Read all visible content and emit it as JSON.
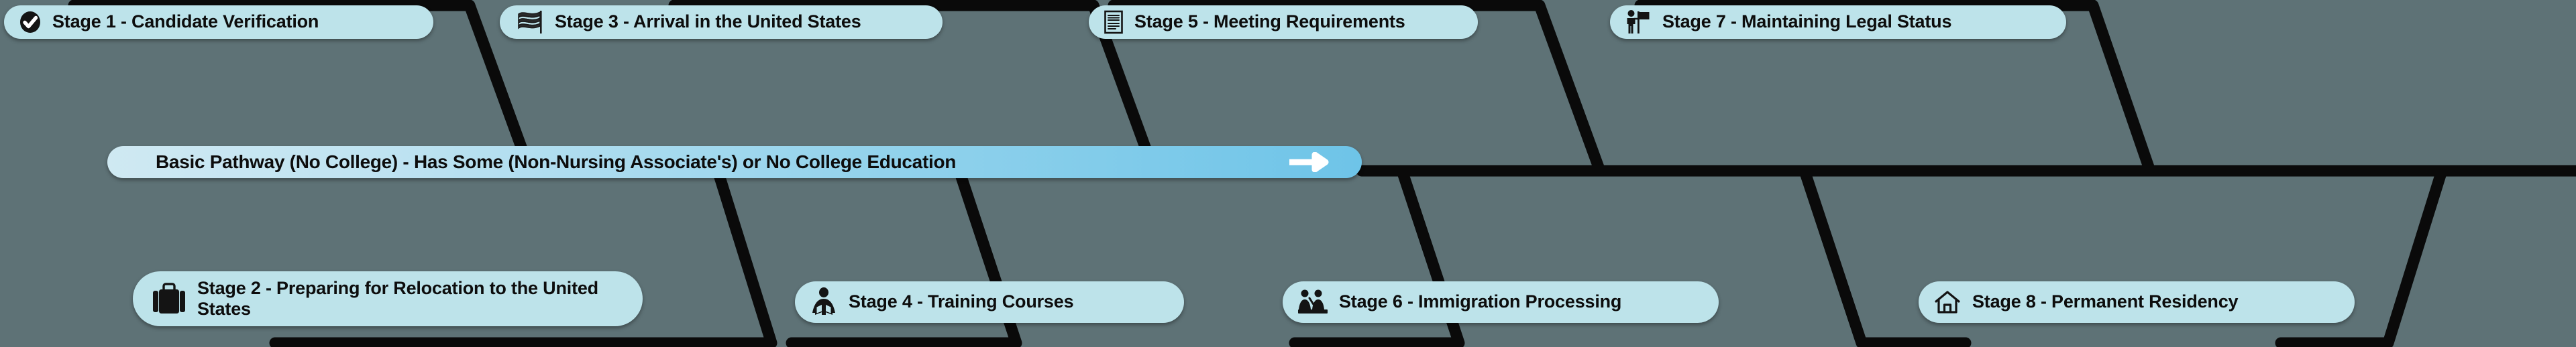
{
  "diagram": {
    "type": "fishbone-process-timeline",
    "background_color": "#5e7276",
    "pill_color": "#bde3ea",
    "line_color": "#0a0a0a",
    "banner": {
      "label": "Basic Pathway (No College) - Has Some (Non-Nursing Associate's) or No College Education",
      "arrow_icon": "right-arrow-icon",
      "gradient_from": "#cfe9f2",
      "gradient_to": "#6ec4e8",
      "arrow_color": "#ffffff"
    },
    "stages": [
      {
        "id": 1,
        "lead": "Stage 1",
        "rest": " - Candidate Verification",
        "label": "Stage 1 - Candidate Verification",
        "icon": "check-circle-icon",
        "row": "top"
      },
      {
        "id": 2,
        "lead": "",
        "rest": "",
        "label": "Stage 2 - Preparing for Relocation to the United States",
        "icon": "suitcase-icon",
        "row": "bottom"
      },
      {
        "id": 3,
        "lead": "",
        "rest": "",
        "label": "Stage 3 - Arrival in the United States",
        "icon": "us-flag-icon",
        "row": "top"
      },
      {
        "id": 4,
        "lead": "",
        "rest": "",
        "label": "Stage 4 - Training Courses",
        "icon": "person-reading-book-icon",
        "row": "bottom"
      },
      {
        "id": 5,
        "lead": "",
        "rest": "",
        "label": "Stage 5 - Meeting Requirements",
        "icon": "document-list-icon",
        "row": "top"
      },
      {
        "id": 6,
        "lead": "",
        "rest": "",
        "label": "Stage 6 - Immigration Processing",
        "icon": "two-people-at-desk-icon",
        "row": "bottom"
      },
      {
        "id": 7,
        "lead": "",
        "rest": "",
        "label": "Stage 7 - Maintaining Legal Status",
        "icon": "person-with-flag-icon",
        "row": "top"
      },
      {
        "id": 8,
        "lead": "",
        "rest": "",
        "label": "Stage 8 - Permanent Residency",
        "icon": "home-outline-icon",
        "row": "bottom"
      }
    ]
  }
}
